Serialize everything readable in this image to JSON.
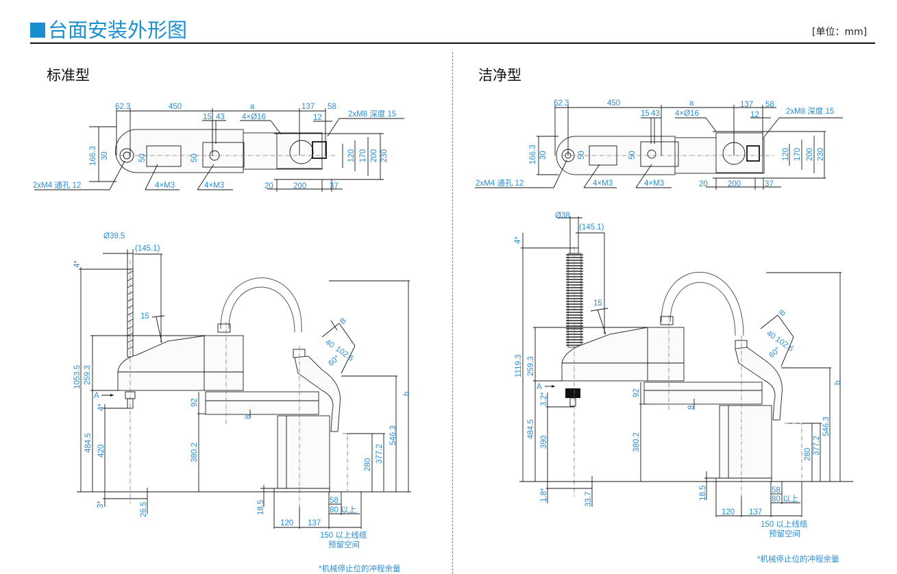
{
  "header": {
    "title": "台面安装外形图",
    "unit": "[单位：mm]",
    "accent_color": "#1a8fd0",
    "dimension_color": "#2a8dd4"
  },
  "standard": {
    "label": "标准型",
    "top": {
      "d62_3": "62.3",
      "d450": "450",
      "a": "a",
      "d137": "137",
      "d58": "58",
      "d15": "15",
      "d43": "43",
      "hole16": "4×Ø16",
      "d12": "12",
      "m8": "2xM8 深度 15",
      "d166_3": "166.3",
      "d30": "30",
      "d50a": "50",
      "d50b": "50",
      "d120": "120",
      "d170": "170",
      "d200v": "200",
      "d230": "230",
      "m4": "2xM4 通孔 12",
      "m3a": "4×M3",
      "m3b": "4×M3",
      "d20": "20",
      "d200h": "200",
      "d37": "37"
    },
    "side": {
      "dia": "Ø39.5",
      "d145": "(145.1)",
      "d4top": "4*",
      "d15": "15",
      "d1053": "1053.5",
      "d259": "259.3",
      "A": "A",
      "d4": "4*",
      "d484": "484.5",
      "d420": "420",
      "d3": "3*",
      "d26": "26.5",
      "d92": "92",
      "d8": "8",
      "d380": "380.2",
      "B": "B",
      "d40": "40",
      "d102": "102.6",
      "deg60": "60°",
      "b": "b",
      "d546": "546.3",
      "d377": "377.2",
      "d280": "280",
      "d18": "18.5",
      "d58": "58",
      "d80": "80 以上",
      "d120": "120",
      "d137": "137",
      "cable1": "150 以上线缆",
      "cable2": "预留空间"
    },
    "footnote": "*机械停止位的冲程余量"
  },
  "clean": {
    "label": "洁净型",
    "top": {
      "d62_3": "62.3",
      "d450": "450",
      "a": "a",
      "d137": "137",
      "d58": "58",
      "d15": "15",
      "d43": "43",
      "hole16": "4×Ø16",
      "d12": "12",
      "m8": "2xM8 深度 15",
      "d166_3": "166.3",
      "d30": "30",
      "d50a": "50",
      "d50b": "50",
      "d120": "120",
      "d170": "170",
      "d200v": "200",
      "d230": "230",
      "m4": "2xM4 通孔 12",
      "m3a": "4×M3",
      "m3b": "4×M3",
      "d20": "20",
      "d200h": "200",
      "d37": "37"
    },
    "side": {
      "dia": "Ø38",
      "d145": "(145.1)",
      "d4top": "4*",
      "d15": "15",
      "d1119": "1119.3",
      "d259": "259.3",
      "A": "A",
      "d3_2": "3.2*",
      "d484": "484.5",
      "d390": "390",
      "d1_8": "1.8*",
      "d33": "33.7",
      "d92": "92",
      "d8": "8",
      "d380": "380.2",
      "B": "B",
      "d40": "40",
      "d102": "102.6",
      "deg60": "60°",
      "b": "b",
      "d546": "546.3",
      "d377": "377.2",
      "d280": "280",
      "d18": "18.5",
      "d58": "58",
      "d80": "80 以上",
      "d120": "120",
      "d137": "137",
      "cable1": "150 以上线缆",
      "cable2": "预留空间"
    },
    "footnote": "*机械停止位的冲程余量"
  }
}
